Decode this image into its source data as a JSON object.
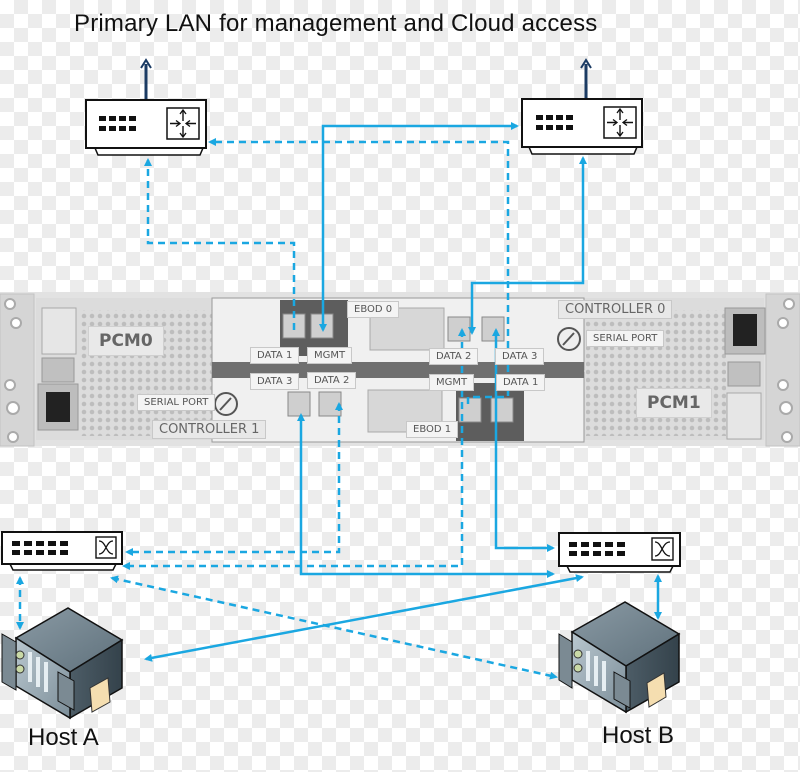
{
  "title": "Primary LAN for management and Cloud access",
  "colors": {
    "link": "#1aa7e1",
    "router_stroke": "#111111",
    "chassis": "#d6d6d6",
    "label_bg": "#f4f4f4"
  },
  "routers": [
    {
      "id": "router-left",
      "icon": "router-icon"
    },
    {
      "id": "router-right",
      "icon": "router-icon"
    }
  ],
  "switches": [
    {
      "id": "switch-left",
      "icon": "switch-icon"
    },
    {
      "id": "switch-right",
      "icon": "switch-icon"
    }
  ],
  "chassis": {
    "pcm_left": "PCM0",
    "pcm_right": "PCM1",
    "controller_top": "CONTROLLER 0",
    "controller_bottom": "CONTROLLER 1",
    "serial_port_top": "SERIAL PORT",
    "serial_port_bottom": "SERIAL PORT",
    "ebod_top": "EBOD 0",
    "ebod_bottom": "EBOD 1",
    "ports_left_upper": [
      "DATA 1",
      "MGMT"
    ],
    "ports_left_lower": [
      "DATA 3",
      "DATA 2"
    ],
    "ports_right_upper": [
      "DATA 2",
      "DATA 3"
    ],
    "ports_right_lower": [
      "MGMT",
      "DATA 1"
    ]
  },
  "hosts": [
    {
      "label": "Host A",
      "icon": "server-icon"
    },
    {
      "label": "Host B",
      "icon": "server-icon"
    }
  ],
  "links": [
    {
      "from": "controller-1-data1",
      "to": "router-left",
      "style": "dashed"
    },
    {
      "from": "controller-1-mgmt",
      "to": "router-right",
      "style": "solid"
    },
    {
      "from": "controller-0-mgmt",
      "to": "router-left",
      "style": "dashed"
    },
    {
      "from": "controller-0-data3",
      "to": "router-right",
      "style": "solid"
    },
    {
      "from": "controller-1-data3",
      "to": "switch-right",
      "style": "solid"
    },
    {
      "from": "controller-1-data2",
      "to": "switch-left",
      "style": "dashed"
    },
    {
      "from": "controller-0-data2",
      "to": "switch-left",
      "style": "dashed"
    },
    {
      "from": "controller-0-data3",
      "to": "switch-right",
      "style": "solid"
    },
    {
      "from": "switch-left",
      "to": "host-a",
      "style": "dashed"
    },
    {
      "from": "switch-right",
      "to": "host-b",
      "style": "solid"
    },
    {
      "from": "switch-right",
      "to": "host-a",
      "style": "solid"
    },
    {
      "from": "switch-left",
      "to": "host-b",
      "style": "dashed"
    }
  ]
}
